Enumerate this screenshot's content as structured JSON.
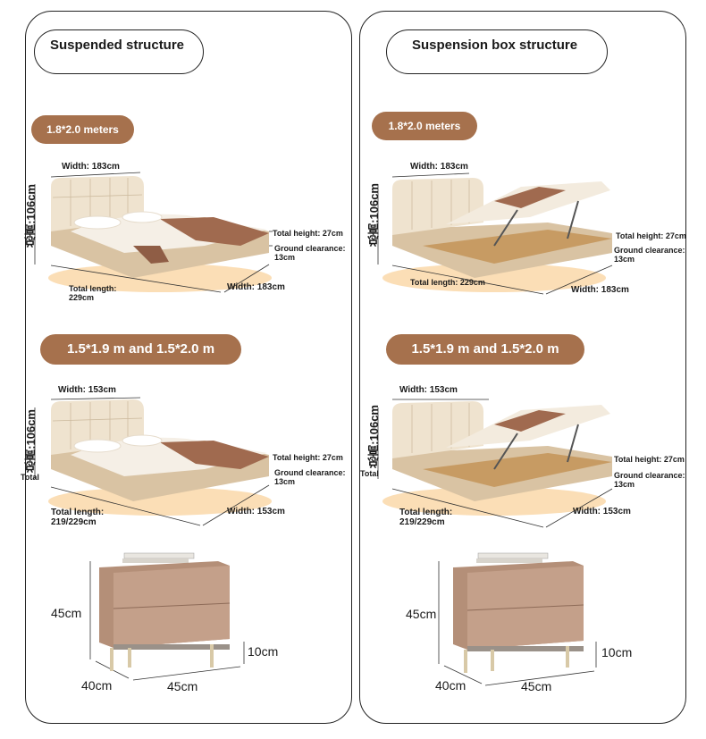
{
  "panels": [
    {
      "title": "Suspended structure",
      "bed1": {
        "size": "1.8*2.0 meters",
        "width_top": "Width: 183cm",
        "height_vertical": "总高:106cm",
        "total_height": "Total height: 27cm",
        "ground_clearance": "Ground clearance: 13cm",
        "total_length": "Total length: 229cm",
        "width_side": "Width: 183cm"
      },
      "bed2": {
        "size": "1.5*1.9 m and 1.5*2.0 m",
        "width_top": "Width: 153cm",
        "height_vertical": "总高:106cm",
        "total_label": "Total",
        "total_height": "Total height: 27cm",
        "ground_clearance": "Ground clearance: 13cm",
        "total_length": "Total length: 219/229cm",
        "width_side": "Width: 153cm"
      },
      "nightstand": {
        "height": "45cm",
        "leg_height": "10cm",
        "depth": "40cm",
        "width": "45cm"
      }
    },
    {
      "title": "Suspension box structure",
      "bed1": {
        "size": "1.8*2.0 meters",
        "width_top": "Width: 183cm",
        "height_vertical": "总高:106cm",
        "total_height": "Total height: 27cm",
        "ground_clearance": "Ground clearance: 13cm",
        "total_length": "Total length: 229cm",
        "width_side": "Width: 183cm"
      },
      "bed2": {
        "size": "1.5*1.9 m and 1.5*2.0 m",
        "width_top": "Width: 153cm",
        "height_vertical": "总高:106cm",
        "total_label": "Total",
        "total_height": "Total height: 27cm",
        "ground_clearance": "Ground clearance: 13cm",
        "total_length": "Total length: 219/229cm",
        "width_side": "Width: 153cm"
      },
      "nightstand": {
        "height": "45cm",
        "leg_height": "10cm",
        "depth": "40cm",
        "width": "45cm"
      }
    }
  ],
  "colors": {
    "accent": "#a6714d",
    "bed_cream": "#efe3cf",
    "bed_frame": "#d9c3a3",
    "blanket": "#a06a4f",
    "glow": "#f7c27a",
    "nightstand": "#b48f78"
  }
}
